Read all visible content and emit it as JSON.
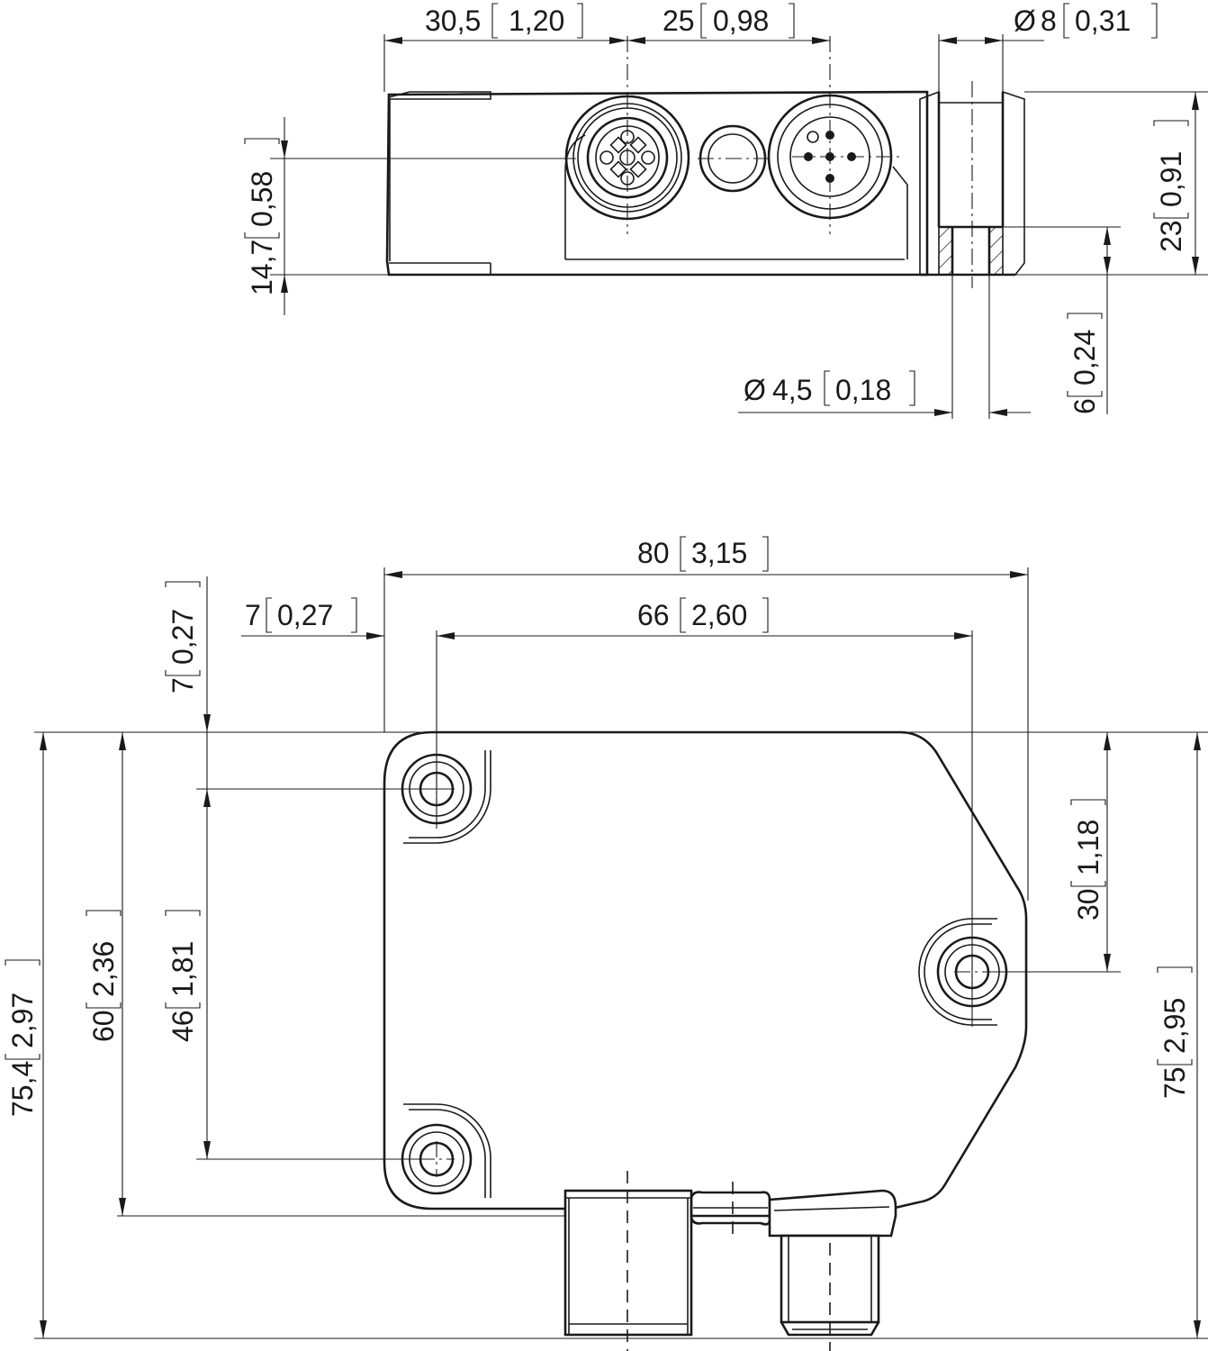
{
  "dimensions": {
    "top_width_1": "30,5",
    "top_width_1_in": "1,20",
    "top_width_2": "25",
    "top_width_2_in": "0,98",
    "top_dia_8_prefix": "Ø",
    "top_dia_8": "8",
    "top_dia_8_in": "0,31",
    "top_height_14_7": "14,7",
    "top_height_14_7_in": "0,58",
    "top_height_23": "23",
    "top_height_23_in": "0,91",
    "top_height_6": "6",
    "top_height_6_in": "0,24",
    "top_dia_4_5_prefix": "Ø",
    "top_dia_4_5": "4,5",
    "top_dia_4_5_in": "0,18",
    "bot_width_80": "80",
    "bot_width_80_in": "3,15",
    "bot_width_66": "66",
    "bot_width_66_in": "2,60",
    "bot_offset_7h": "7",
    "bot_offset_7h_in": "0,27",
    "bot_offset_7v": "7",
    "bot_offset_7v_in": "0,27",
    "bot_height_46": "46",
    "bot_height_46_in": "1,81",
    "bot_height_60": "60",
    "bot_height_60_in": "2,36",
    "bot_height_75_4": "75,4",
    "bot_height_75_4_in": "2,97",
    "bot_height_30": "30",
    "bot_height_30_in": "1,18",
    "bot_height_75": "75",
    "bot_height_75_in": "2,95"
  }
}
